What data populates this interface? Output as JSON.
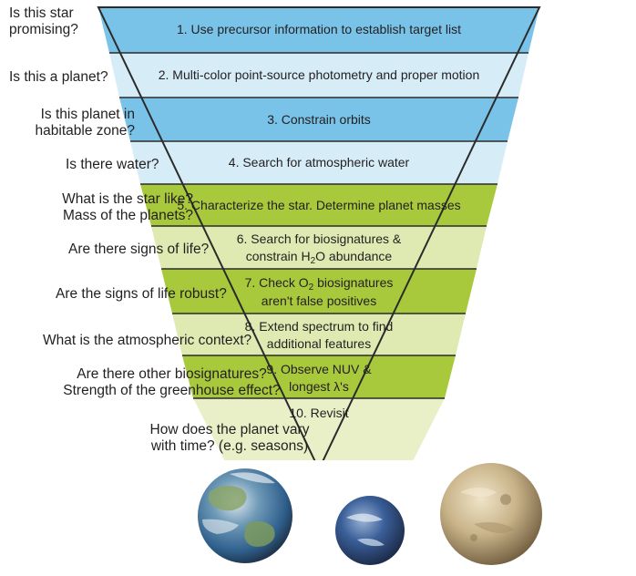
{
  "questions": [
    {
      "lines": [
        "Is this star",
        "promising?"
      ]
    },
    {
      "lines": [
        "Is this a planet?"
      ]
    },
    {
      "lines": [
        "Is this planet in",
        "habitable zone?"
      ]
    },
    {
      "lines": [
        "Is there water?"
      ]
    },
    {
      "lines": [
        "What is the star like?",
        "Mass of the planets?"
      ]
    },
    {
      "lines": [
        "Are there signs of life?"
      ]
    },
    {
      "lines": [
        "Are the signs of life robust?"
      ]
    },
    {
      "lines": [
        "What is the atmospheric context?"
      ]
    },
    {
      "lines": [
        "Are there other biosignatures?",
        "Strength of the greenhouse effect?"
      ]
    },
    {
      "lines": [
        "How does the planet vary",
        "with time? (e.g. seasons)"
      ]
    }
  ],
  "steps": [
    {
      "line1": "1. Use precursor information to establish target list",
      "line2": ""
    },
    {
      "line1": "2. Multi-color point-source photometry and proper motion",
      "line2": ""
    },
    {
      "line1": "3. Constrain orbits",
      "line2": ""
    },
    {
      "line1": "4. Search for atmospheric water",
      "line2": ""
    },
    {
      "line1": "5. Characterize the star. Determine planet masses",
      "line2": ""
    },
    {
      "line1": "6. Search for biosignatures &",
      "line2_pre": "constrain H",
      "line2_sub": "2",
      "line2_post": "O abundance"
    },
    {
      "line1_pre": "7. Check O",
      "line1_sub": "2",
      "line1_post": " biosignatures",
      "line2": "aren't false positives"
    },
    {
      "line1": "8. Extend spectrum to find",
      "line2": "additional features"
    },
    {
      "line1": "9. Observe NUV &",
      "line2": "longest λ's"
    },
    {
      "line1": "10. Revisit",
      "line2": ""
    }
  ],
  "colors": {
    "blue_dark": "#79c3e8",
    "blue_light": "#d6ecf7",
    "green_dark": "#a9c93d",
    "green_light": "#dfeab3",
    "green_pale": "#e9f0c8",
    "outline": "#2b2b2b",
    "planet_earth_ocean": "#2f5f8c",
    "planet_earth_land": "#8aa56a",
    "planet_blue": "#2f4f86",
    "planet_tan": "#c9b48a"
  },
  "planets": [
    {
      "name": "earth-like-planet"
    },
    {
      "name": "ocean-planet"
    },
    {
      "name": "desert-planet"
    }
  ]
}
